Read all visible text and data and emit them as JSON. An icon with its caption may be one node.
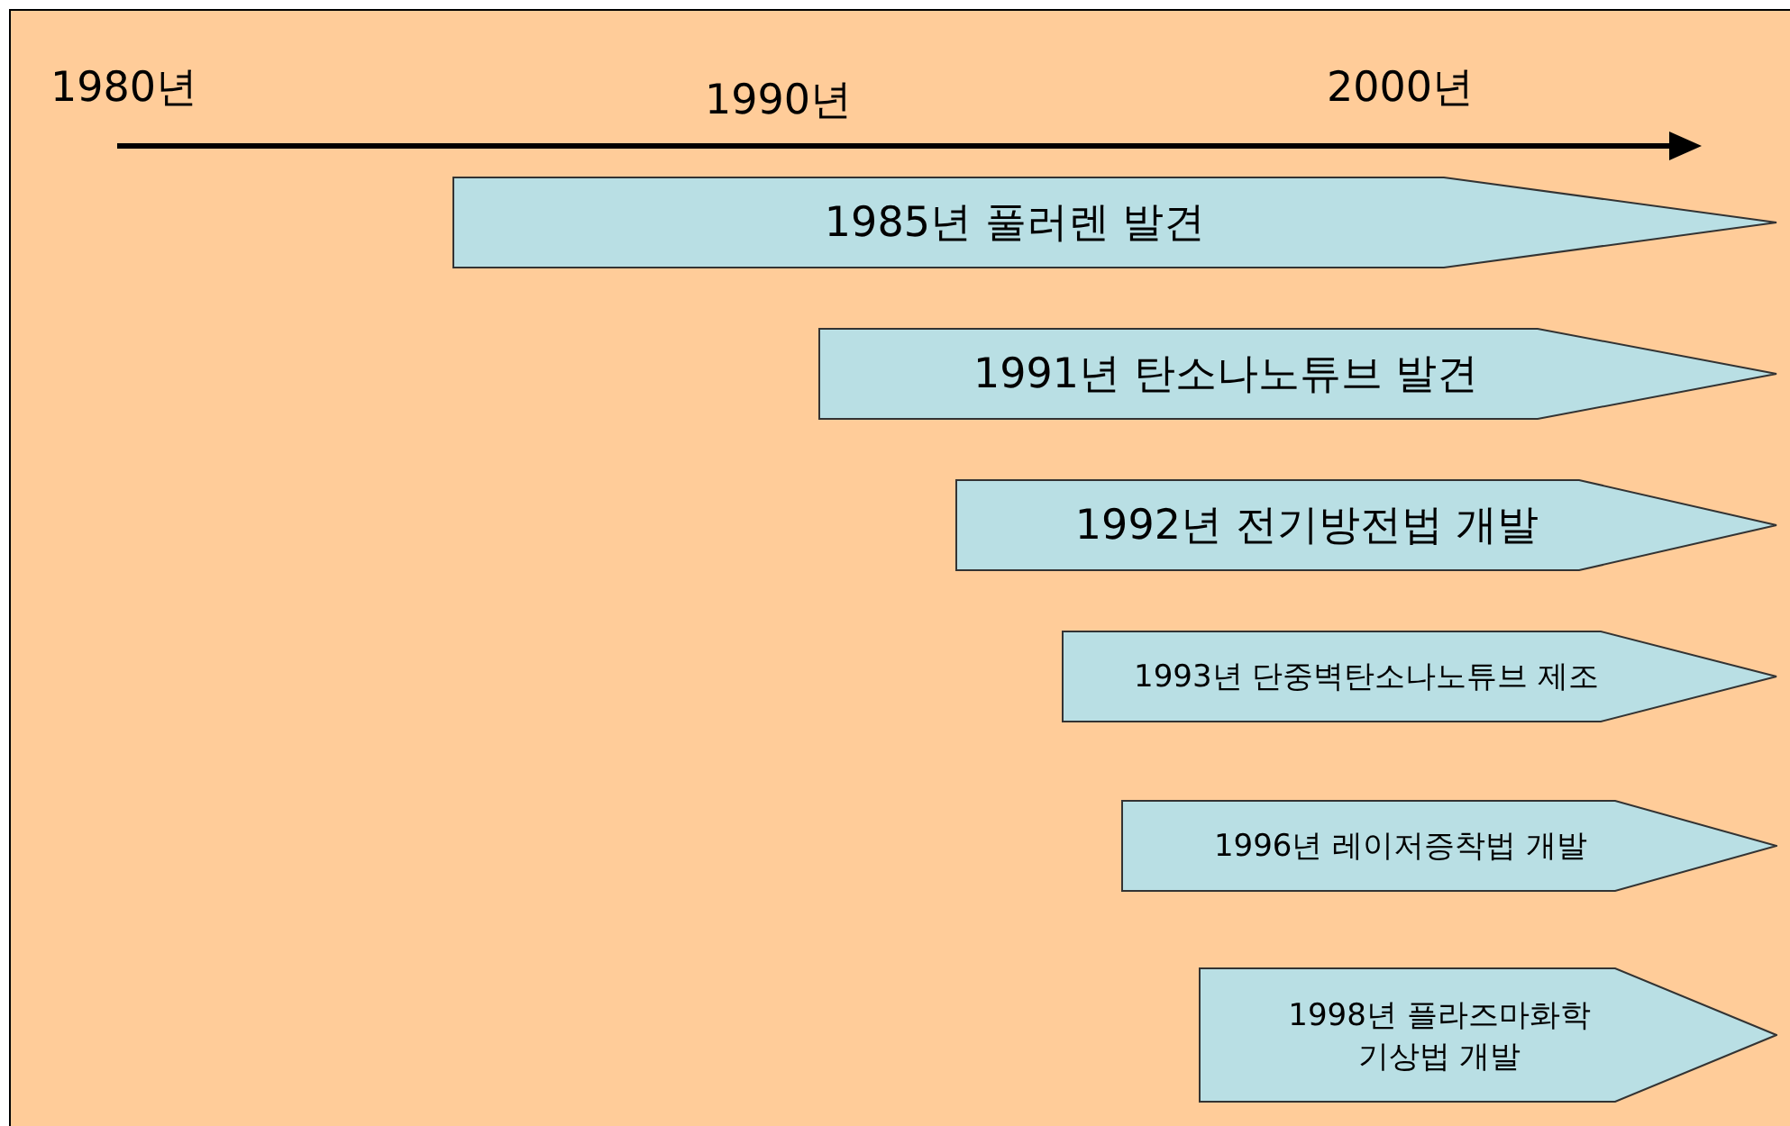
{
  "diagram": {
    "nodes": [
      {
        "text": [
          "1985년 풀러렌 발견"
        ]
      },
      {
        "text": [
          "1991년 탄소나노튜브 발견"
        ]
      },
      {
        "text": [
          "1992년 전기방전법 개발"
        ]
      },
      {
        "text": [
          "1993년 단중벽탄소나노튜브 제조"
        ]
      },
      {
        "text": [
          "1996년 레이저증착법 개발"
        ]
      },
      {
        "text": [
          "1998년 플라즈마화학 기상법 개발"
        ]
      }
    ],
    "edges": [],
    "labels": [
      "1980년",
      "1990년",
      "2000년"
    ]
  }
}
